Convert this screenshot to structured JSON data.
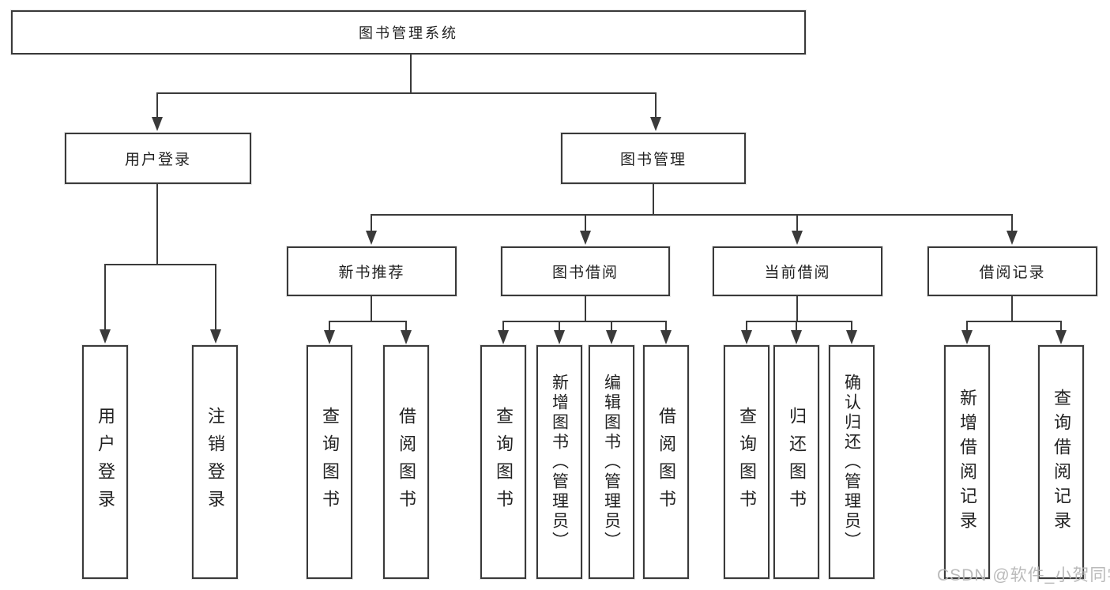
{
  "diagram": {
    "title": "图书管理系统",
    "colors": {
      "line": "#3a3a3a",
      "text": "#222222",
      "background": "#ffffff",
      "watermark": "#b5b5b5"
    },
    "root": {
      "label": "图书管理系统"
    },
    "level2": [
      {
        "label": "用户登录"
      },
      {
        "label": "图书管理"
      }
    ],
    "level3": [
      {
        "label": "新书推荐"
      },
      {
        "label": "图书借阅"
      },
      {
        "label": "当前借阅"
      },
      {
        "label": "借阅记录"
      }
    ],
    "leaves": {
      "user_login": [
        {
          "label": "用户登录"
        },
        {
          "label": "注销登录"
        }
      ],
      "new_book_recommend": [
        {
          "label": "查询图书"
        },
        {
          "label": "借阅图书"
        }
      ],
      "book_borrow": [
        {
          "label": "查询图书"
        },
        {
          "label": "新增图书（管理员）"
        },
        {
          "label": "编辑图书（管理员）"
        },
        {
          "label": "借阅图书"
        }
      ],
      "current_borrow": [
        {
          "label": "查询图书"
        },
        {
          "label": "归还图书"
        },
        {
          "label": "确认归还（管理员）"
        }
      ],
      "borrow_record": [
        {
          "label": "新增借阅记录"
        },
        {
          "label": "查询借阅记录"
        }
      ]
    },
    "watermark": "CSDN @软件_小贺同学"
  }
}
